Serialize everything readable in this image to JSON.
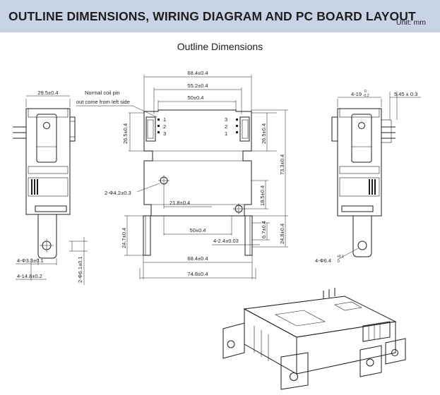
{
  "header": {
    "title": "OUTLINE DIMENSIONS, WIRING DIAGRAM AND PC BOARD LAYOUT",
    "unit": "Unit: mm"
  },
  "section": {
    "title": "Outline Dimensions"
  },
  "left_view": {
    "width_dim": "29.5±0.4",
    "hole_dia": "4-Φ3.3±0.1",
    "pin_pitch": "4-14.8±0.2",
    "side_hole": "2-Φ6.1±0.1"
  },
  "front_view": {
    "note_line1": "Normal coil pin",
    "note_line2": "out come from left side",
    "overall_width": "68.4±0.4",
    "inner_width": "55.2±0.4",
    "top_width": "50±0.4",
    "pin_labels_left": [
      "1",
      "2",
      "3"
    ],
    "pin_labels_right": [
      "3",
      "2",
      "1"
    ],
    "left_height": "26.5±0.4",
    "right_height": "26.5±0.4",
    "total_height": "73.3±0.4",
    "mount_hole": "2-Φ4.2±0.3",
    "hole_offset": "21.8±0.4",
    "hole_height": "18.5±0.4",
    "bottom_inner": "50±0.4",
    "terminal_height": "24.7±0.4",
    "terminal_thickness": "6.7±0.4",
    "terminal_width": "4-2.4±0.03",
    "bottom_width": "68.4±0.4",
    "right_height_low": "24.8±0.4",
    "overall_base": "74.8±0.4"
  },
  "right_view": {
    "top_dim": "4-19",
    "top_tol_plus": "0",
    "top_tol_minus": "-0.2",
    "right_dim": "5.45 ± 0.3",
    "hole_dia": "4-Φ6.4",
    "hole_tol_plus": "+0.1",
    "hole_tol_minus": "0"
  }
}
